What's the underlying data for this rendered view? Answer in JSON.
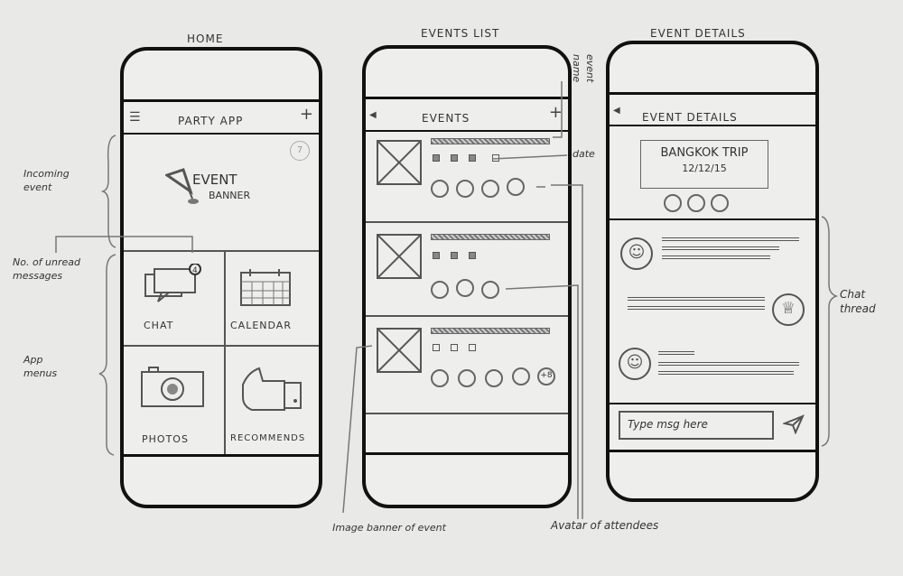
{
  "screens": {
    "home": {
      "title": "HOME",
      "header": "PARTY APP",
      "menu_icon": "hamburger-icon",
      "add_icon": "plus-icon",
      "banner_line1": "EVENT",
      "banner_line2": "BANNER",
      "banner_badge": "7",
      "menus": [
        {
          "label": "CHAT",
          "icon": "chat-icon",
          "badge": "4"
        },
        {
          "label": "CALENDAR",
          "icon": "calendar-icon"
        },
        {
          "label": "PHOTOS",
          "icon": "camera-icon"
        },
        {
          "label": "RECOMMENDS",
          "icon": "thumbs-up-icon"
        }
      ]
    },
    "events_list": {
      "title": "EVENTS LIST",
      "header": "EVENTS",
      "extra_attendees": "+8"
    },
    "event_details": {
      "title": "EVENT DETAILS",
      "header": "EVENT DETAILS",
      "event_name": "BANGKOK TRIP",
      "event_date": "12/12/15",
      "input_placeholder": "Type msg here"
    }
  },
  "annotations": {
    "incoming_event": "Incoming event",
    "unread": "No. of unread messages",
    "app_menus": "App menus",
    "event_name": "event name",
    "date": "date",
    "image_banner": "Image banner of event",
    "avatar": "Avatar of attendees",
    "chat_thread": "Chat thread"
  }
}
